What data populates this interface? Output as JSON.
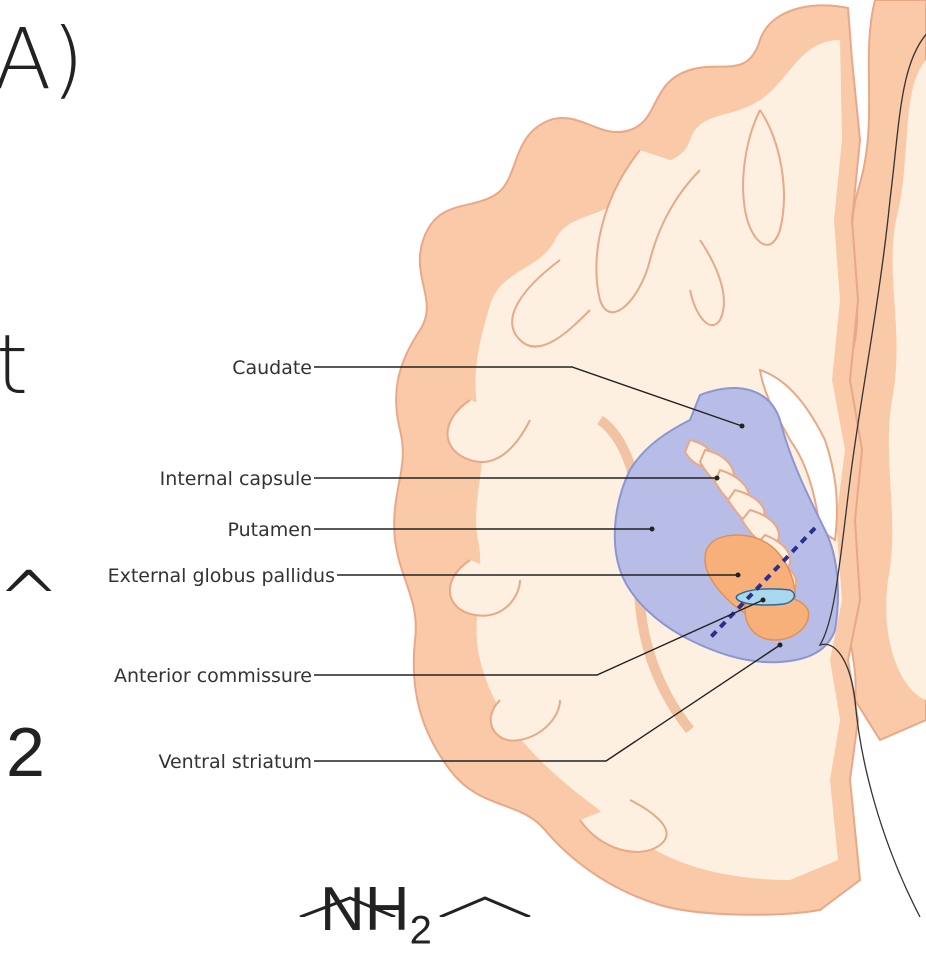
{
  "fragments": {
    "a_paren": "A)",
    "letter_t": "t",
    "caret": "^",
    "digit_2": "2",
    "nh2_main": "NH",
    "nh2_sub": "2"
  },
  "labels": {
    "caudate": "Caudate",
    "internal_capsule": "Internal capsule",
    "putamen": "Putamen",
    "external_globus_pallidus": "External globus pallidus",
    "anterior_commissure": "Anterior commissure",
    "ventral_striatum": "Ventral striatum"
  },
  "colors": {
    "cortex_fill": "#f9c9a8",
    "white_matter": "#fdf0e1",
    "outline": "#e9a887",
    "striatum": "#b7bde6",
    "striatum_edge": "#8e95cf",
    "pallidus": "#f7b07a",
    "commissure": "#a9d8ee",
    "dashed_line": "#2a2f8f",
    "leader": "#222222"
  }
}
